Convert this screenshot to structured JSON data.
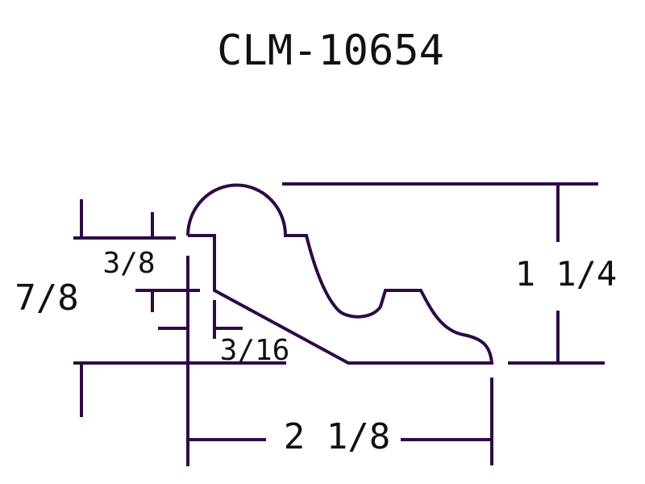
{
  "title": "CLM-10654",
  "dimensions": {
    "height": "1 1/4",
    "width": "2 1/8",
    "left_overall": "7/8",
    "left_top": "3/8",
    "left_inner": "3/16"
  },
  "colors": {
    "line": "#2e0a45",
    "text": "#111111",
    "background": "#ffffff"
  }
}
